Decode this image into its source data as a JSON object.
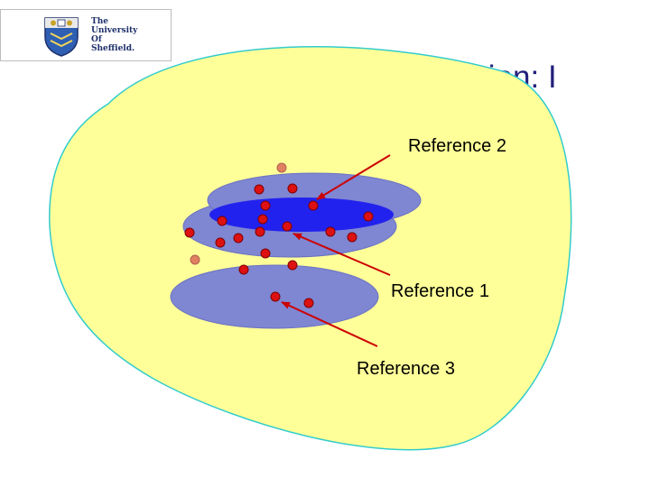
{
  "slide": {
    "title": "Use of group fusion: I"
  },
  "logo": {
    "lines": [
      "The",
      "University",
      "Of",
      "Sheffield."
    ],
    "crest_icon": "university-crest-icon"
  },
  "labels": {
    "reference_1": "Reference 1",
    "reference_2": "Reference 2",
    "reference_3": "Reference 3"
  },
  "colors": {
    "background_blob": "#ffff99",
    "blob_border": "#33cccc",
    "group_ellipse": "#7f86d2",
    "highlight_ellipse": "#2222ee",
    "point": "#dd1111",
    "outlier_point": "#e08060",
    "arrow": "#cc0000",
    "title": "#22207a"
  }
}
